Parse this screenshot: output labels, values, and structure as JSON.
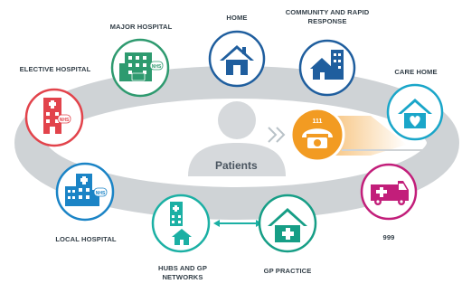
{
  "diagram": {
    "center_label": "Patients",
    "nodes": [
      {
        "id": "major-hospital",
        "label": "MAJOR HOSPITAL",
        "color": "#2e9a6f"
      },
      {
        "id": "home",
        "label": "HOME",
        "color": "#1f5e9e"
      },
      {
        "id": "community",
        "label": "COMMUNITY AND RAPID RESPONSE",
        "color": "#1f5e9e"
      },
      {
        "id": "elective-hospital",
        "label": "ELECTIVE HOSPITAL",
        "color": "#e2434b"
      },
      {
        "id": "care-home",
        "label": "CARE HOME",
        "color": "#1aa6c9"
      },
      {
        "id": "phone",
        "label": "111",
        "color": "#f0a020"
      },
      {
        "id": "ambulance",
        "label": "999",
        "color": "#c21e7a"
      },
      {
        "id": "local-hospital",
        "label": "LOCAL HOSPITAL",
        "color": "#1b84c6"
      },
      {
        "id": "hubs-gp",
        "label": "HUBS AND GP NETWORKS",
        "color": "#1bb0a4"
      },
      {
        "id": "gp-practice",
        "label": "GP PRACTICE",
        "color": "#169e86"
      }
    ],
    "icon_badge": "NHS"
  }
}
